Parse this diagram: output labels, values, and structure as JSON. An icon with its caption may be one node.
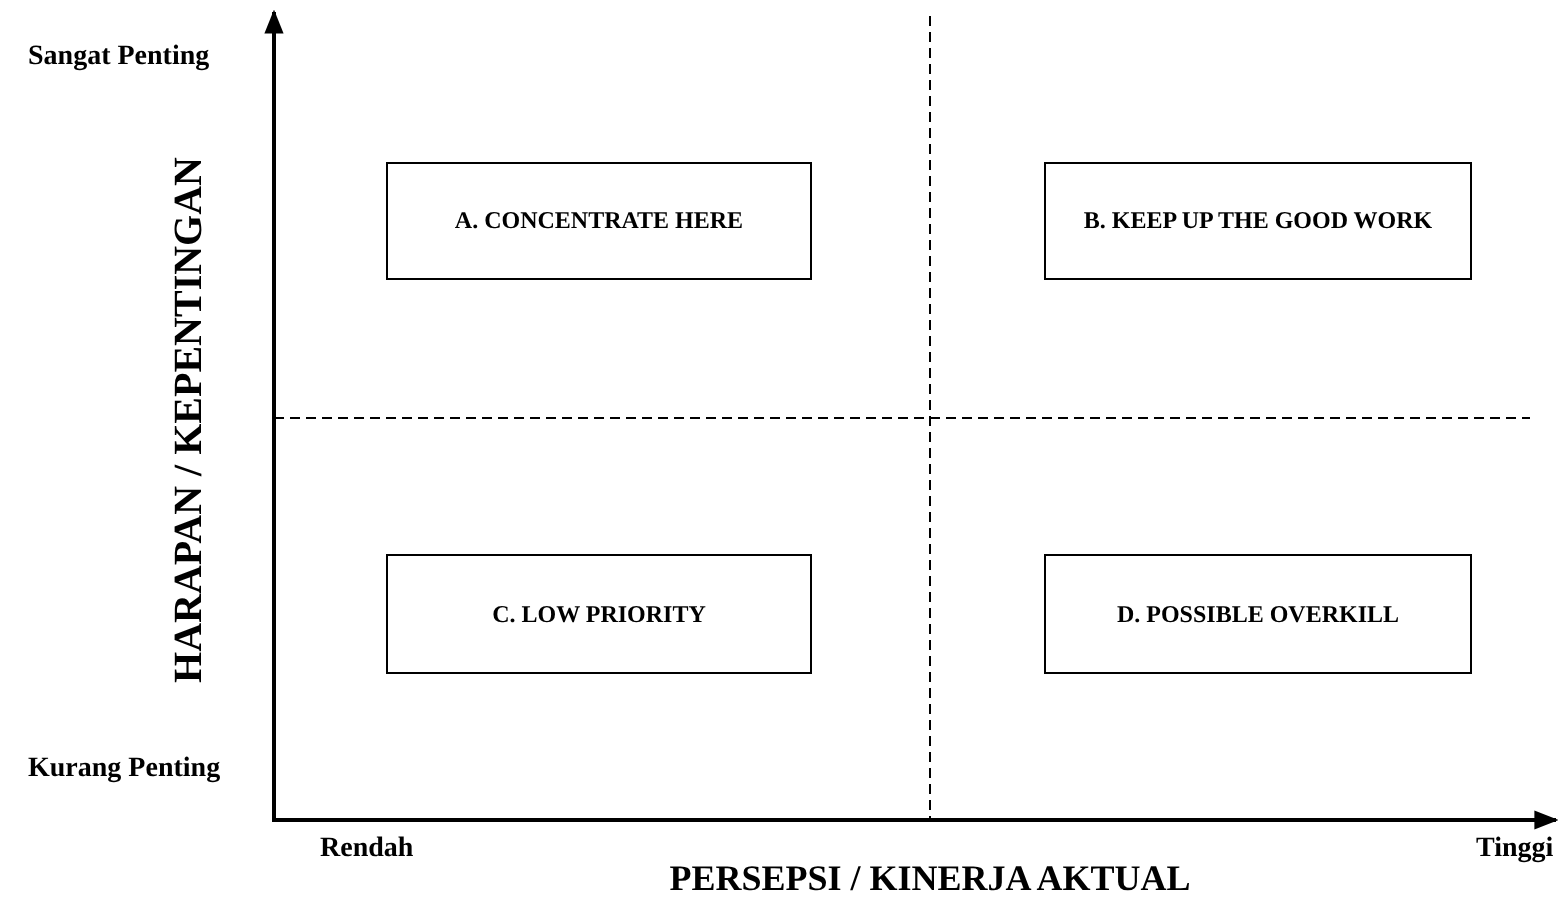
{
  "diagram": {
    "nodes": [
      {
        "text": [
          "A. CONCENTRATE HERE"
        ]
      },
      {
        "text": [
          "B. KEEP UP THE GOOD WORK"
        ]
      },
      {
        "text": [
          "C. LOW PRIORITY"
        ]
      },
      {
        "text": [
          "D. POSSIBLE OVERKILL"
        ]
      }
    ],
    "labels": [
      "Sangat Penting",
      "HARAPAN / KEPENTINGAN",
      "Kurang Penting",
      "Rendah",
      "PERSEPSI / KINERJA AKTUAL",
      "Tinggi"
    ]
  }
}
